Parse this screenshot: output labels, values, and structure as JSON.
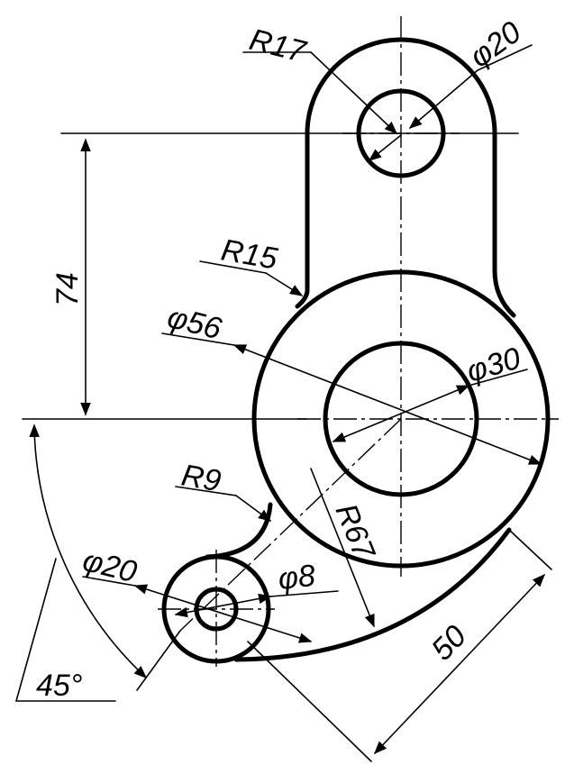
{
  "dimensions": {
    "r17": "R17",
    "dia20_top": "φ20",
    "d74": "74",
    "r15": "R15",
    "dia56": "φ56",
    "dia30": "φ30",
    "r9": "R9",
    "r67": "R67",
    "dia20_bottom": "φ20",
    "dia8": "φ8",
    "d50": "50",
    "angle45": "45°"
  },
  "colors": {
    "ink": "#000000",
    "paper": "#ffffff"
  }
}
